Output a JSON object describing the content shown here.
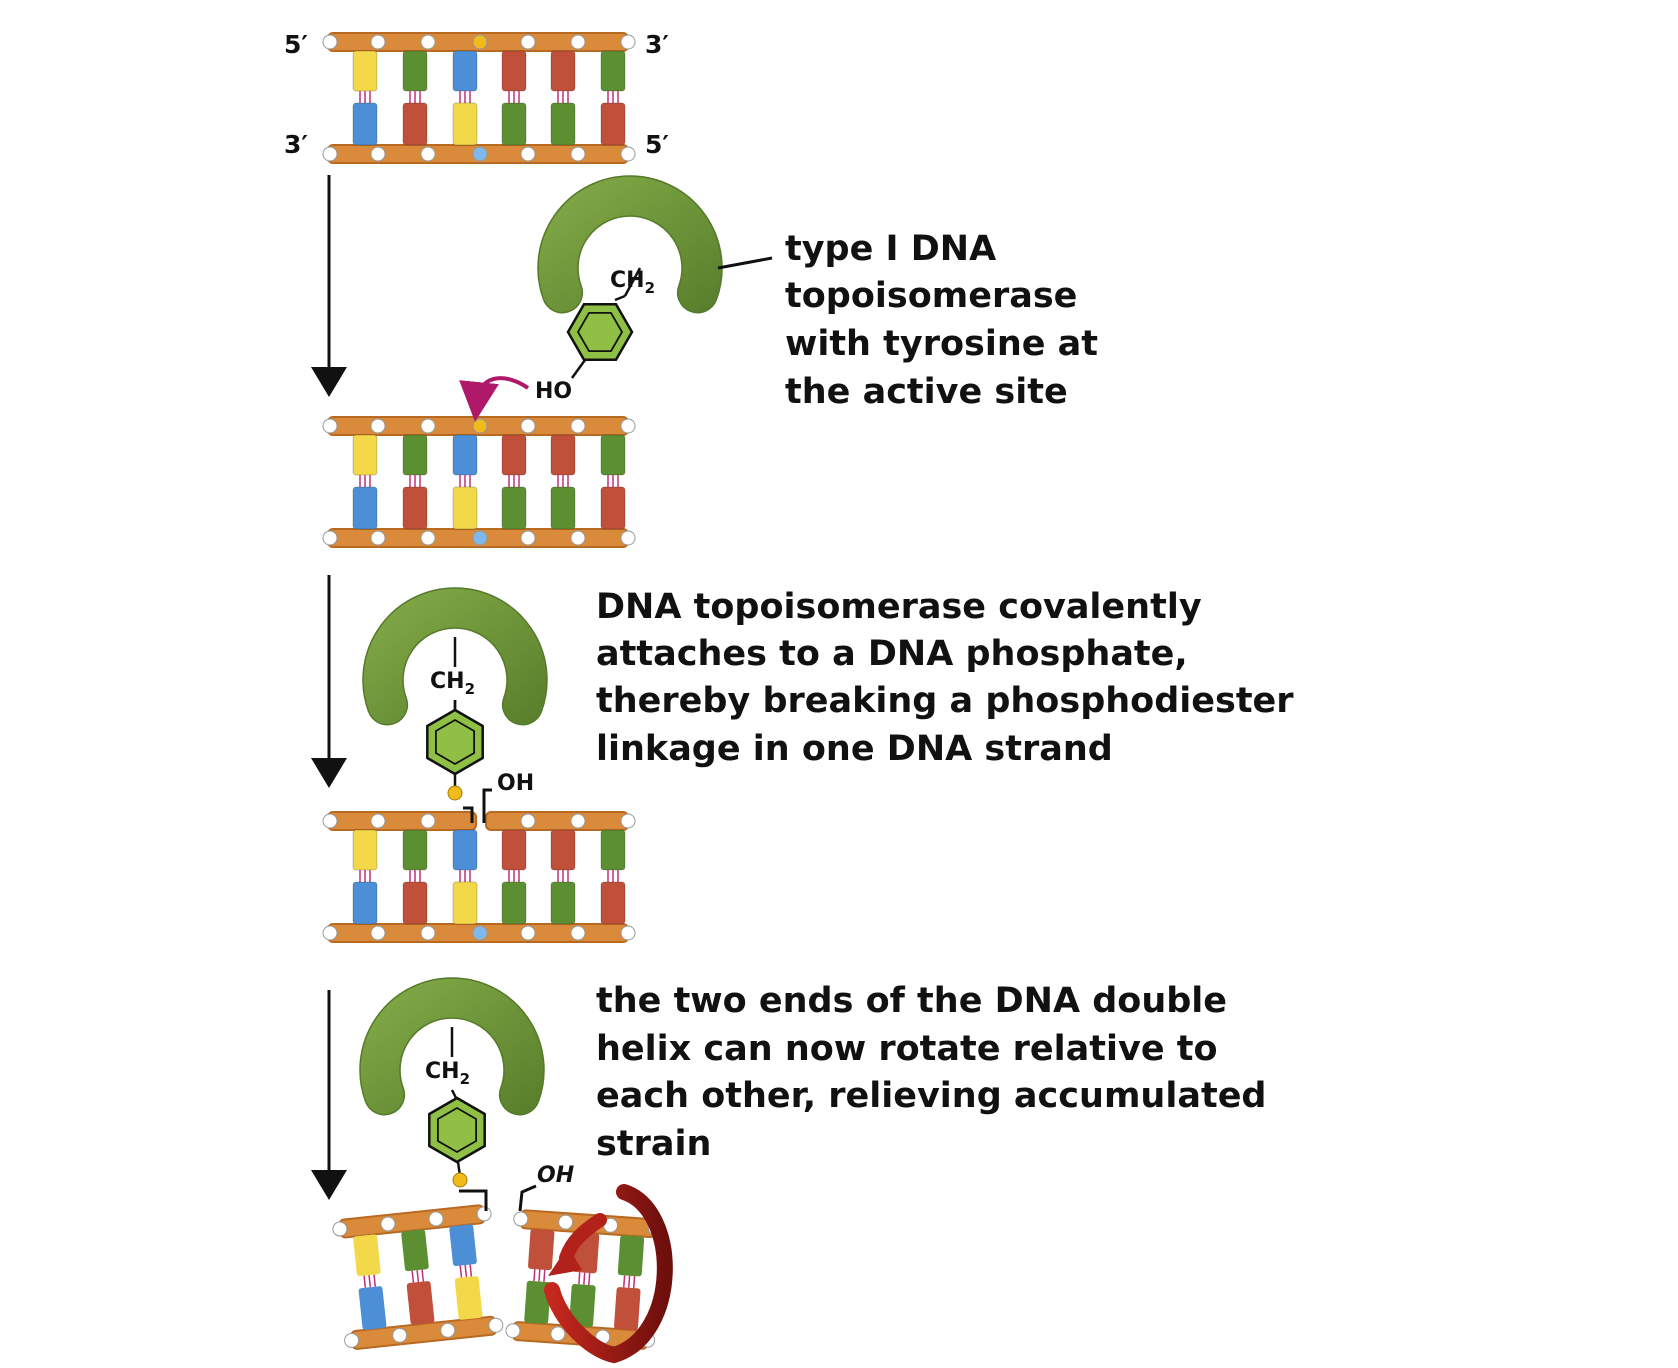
{
  "labels": {
    "strand_top_left": "5′",
    "strand_top_right": "3′",
    "strand_bottom_left": "3′",
    "strand_bottom_right": "5′",
    "enzyme_label": [
      "type I DNA",
      "topoisomerase",
      "with tyrosine at",
      "the active site"
    ],
    "step_attach": [
      "DNA topoisomerase covalently",
      "attaches to a DNA phosphate,",
      "thereby breaking a phosphodiester",
      "linkage in one DNA strand"
    ],
    "step_rotate": [
      "the two ends of the DNA double",
      "helix can now rotate relative to",
      "each other, relieving accumulated",
      "strain"
    ]
  },
  "chem": {
    "ch2": "CH",
    "ch2_sub": "2",
    "ho": "HO",
    "oh": "OH"
  },
  "colors": {
    "backbone": "#d98a3a",
    "backbone_dark": "#b86a22",
    "enzyme": "#6e9a3a",
    "enzyme_dark": "#557a2a",
    "ring": "#8fbf45",
    "base_yellow": "#f3d94a",
    "base_blue": "#4d8fd6",
    "base_green": "#5b8f32",
    "base_red": "#c0503a",
    "arrow_magenta": "#b0186a",
    "rotation_red": "#a51c16",
    "phosphate_yellow": "#f1bb1c",
    "phosphate_blue": "#7fb8ea"
  },
  "dna": {
    "top_bases": [
      "yellow",
      "green",
      "blue",
      "red",
      "red",
      "green"
    ],
    "bottom_bases": [
      "blue",
      "red",
      "yellow",
      "green",
      "green",
      "red"
    ]
  }
}
